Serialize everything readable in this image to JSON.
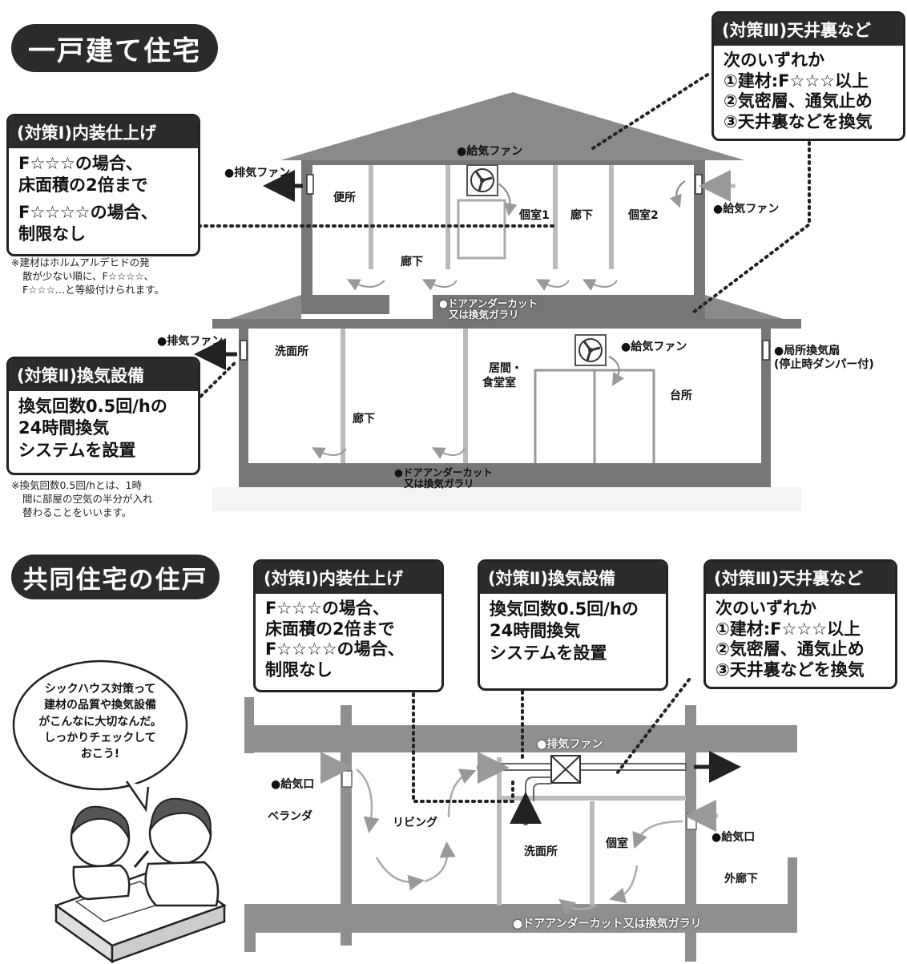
{
  "house": {
    "title": "一戸建て住宅",
    "measure1": {
      "header": "(対策Ⅰ)内装仕上げ",
      "lines": [
        "F☆☆☆の場合、",
        "床面積の2倍まで"
      ],
      "lines2": [
        "F☆☆☆☆の場合、",
        "制限なし"
      ],
      "note": [
        "※建材はホルムアルデヒドの発",
        "散が少ない順に、F☆☆☆☆、",
        "F☆☆☆…と等級付けられます。"
      ]
    },
    "measure2": {
      "header": "(対策Ⅱ)換気設備",
      "lines": [
        "換気回数0.5回/hの",
        "24時間換気",
        "システムを設置"
      ],
      "note": [
        "※換気回数0.5回/hとは、1時",
        "間に部屋の空気の半分が入れ",
        "替わることをいいます。"
      ]
    },
    "measure3": {
      "header": "(対策Ⅲ)天井裏など",
      "lines": [
        "次のいずれか",
        "①建材:F☆☆☆以上",
        "②気密層、通気止め",
        "③天井裏などを換気"
      ]
    },
    "labels": {
      "supply_fan_top": "●給気ファン",
      "exhaust_fan_upper": "●排気ファン",
      "toilet": "便所",
      "room1": "個室1",
      "hall_upper_right": "廊下",
      "room2": "個室2",
      "supply_fan_right": "●給気ファン",
      "hall_upper": "廊下",
      "door_undercut_upper_1": "●ドアアンダーカット",
      "door_undercut_upper_2": "又は換気ガラリ",
      "exhaust_fan_lower": "●排気ファン",
      "washroom": "洗面所",
      "living_1": "居間・",
      "living_2": "食堂室",
      "supply_fan_lower": "●給気ファン",
      "kitchen": "台所",
      "local_fan_1": "●局所換気扇",
      "local_fan_2": "(停止時ダンパー付)",
      "hall_lower": "廊下",
      "door_undercut_lower_1": "●ドアアンダーカット",
      "door_undercut_lower_2": "又は換気ガラリ"
    }
  },
  "apartment": {
    "title": "共同住宅の住戸",
    "measure1": {
      "header": "(対策Ⅰ)内装仕上げ",
      "lines": [
        "F☆☆☆の場合、",
        "床面積の2倍まで",
        "F☆☆☆☆の場合、",
        "制限なし"
      ]
    },
    "measure2": {
      "header": "(対策Ⅱ)換気設備",
      "lines": [
        "換気回数0.5回/hの",
        "24時間換気",
        "システムを設置"
      ]
    },
    "measure3": {
      "header": "(対策Ⅲ)天井裏など",
      "lines": [
        "次のいずれか",
        "①建材:F☆☆☆以上",
        "②気密層、通気止め",
        "③天井裏などを換気"
      ]
    },
    "bubble": [
      "シックハウス対策って",
      "建材の品質や換気設備",
      "がこんなに大切なんだ。",
      "しっかりチェックして",
      "おこう!"
    ],
    "labels": {
      "exhaust_fan": "●排気ファン",
      "supply_inlet_left": "●給気口",
      "veranda": "ベランダ",
      "living": "リビング",
      "washroom": "洗面所",
      "private_room": "個室",
      "supply_inlet_right": "●給気口",
      "outer_corridor": "外廊下",
      "door_undercut": "●ドアアンダーカット又は換気ガラリ"
    }
  }
}
